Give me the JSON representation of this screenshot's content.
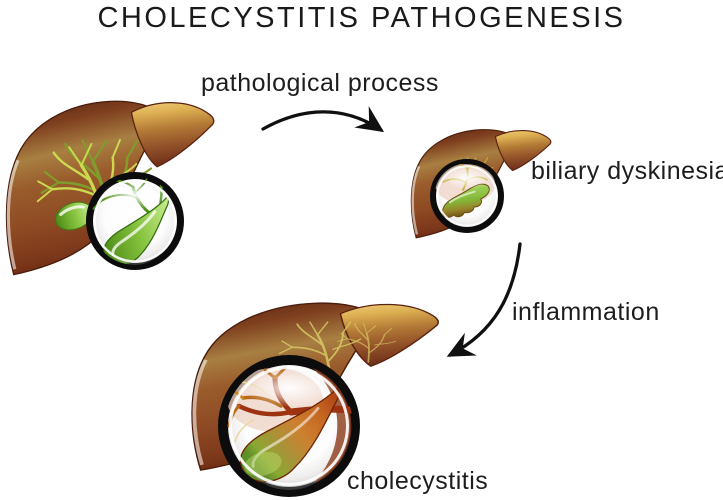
{
  "diagram": {
    "title": "CHOLECYSTITIS PATHOGENESIS",
    "labels": {
      "arrow1": "pathological process",
      "stage2": "biliary dyskinesia",
      "arrow2": "inflammation",
      "stage3": "cholecystitis"
    },
    "colors": {
      "background": "#ffffff",
      "text": "#1d1d1d",
      "liver_brown": "#8e4a23",
      "liver_olive_highlight": "#a87f42",
      "lobe_gold": "#ddaf52",
      "healthy_green": "#7fbe33",
      "dyskinesia_olive": "#97862c",
      "inflamed_red": "#b3491a",
      "magnifier_ring": "#0c0c0c",
      "arrow": "#101010"
    }
  }
}
